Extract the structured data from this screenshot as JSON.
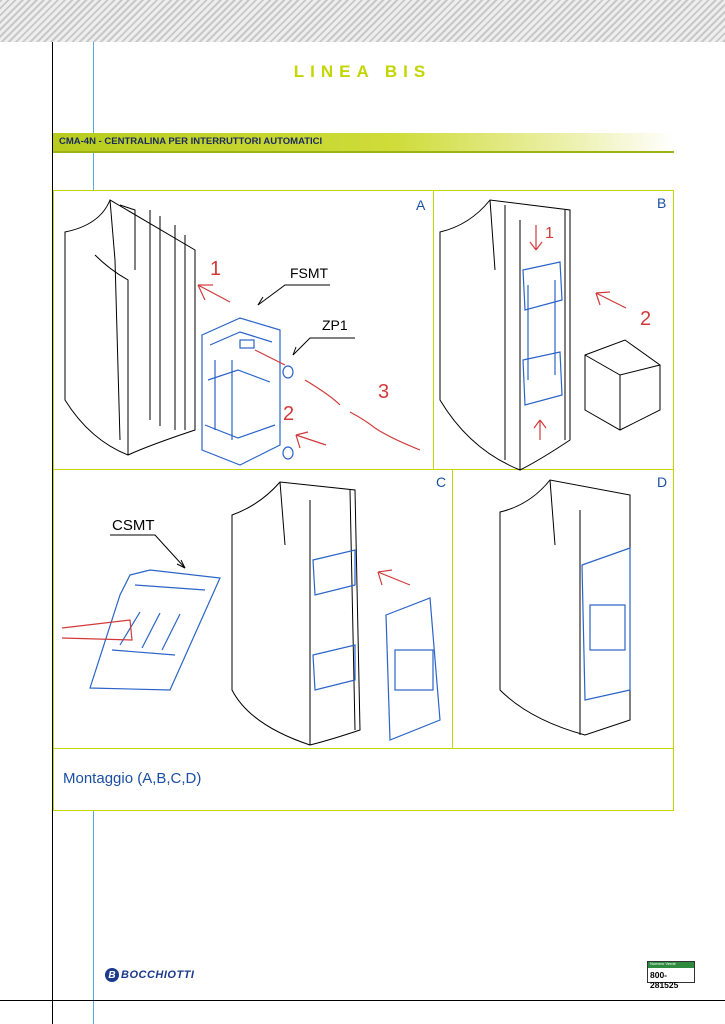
{
  "header": {
    "title": "LINEA BIS"
  },
  "section": {
    "bar_label": "CMA-4N - CENTRALINA PER INTERRUTTORI AUTOMATICI"
  },
  "panels": {
    "a": {
      "letter": "A",
      "label_fsmt": "FSMT",
      "label_zp1": "ZP1",
      "step1": "1",
      "step2": "2",
      "step3": "3"
    },
    "b": {
      "letter": "B",
      "step1": "1",
      "step2": "2"
    },
    "c": {
      "letter": "C",
      "label_csmt": "CSMT"
    },
    "d": {
      "letter": "D"
    }
  },
  "caption": "Montaggio (A,B,C,D)",
  "footer": {
    "brand": "BOCCHIOTTI",
    "phone_title": "Numero Verde",
    "phone_number": "800-281525"
  },
  "colors": {
    "accent": "#c4d600",
    "blue_text": "#1a4fa3",
    "drawing_blue": "#2a64c8",
    "drawing_red": "#d23a3a"
  }
}
